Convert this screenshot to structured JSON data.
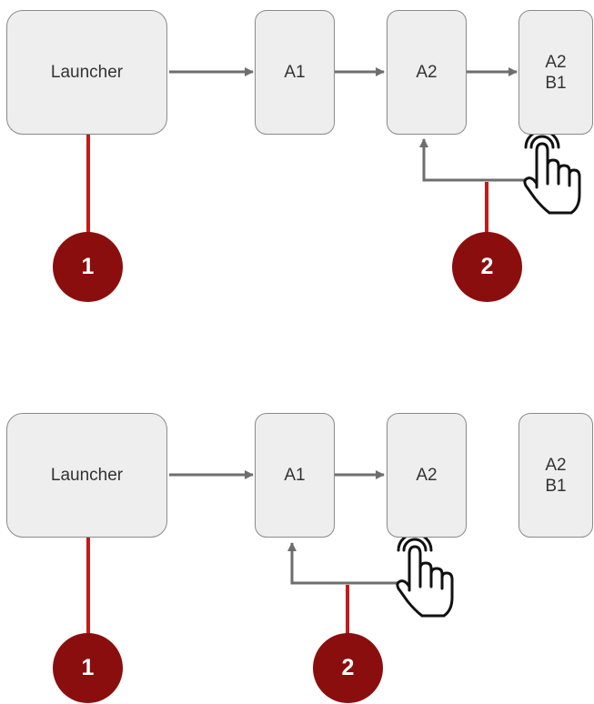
{
  "colors": {
    "box_fill": "#eeeeee",
    "box_border": "#8a8a8a",
    "arrow": "#6e6e6e",
    "marker_line": "#c41a1a",
    "badge": "#8b0e0e"
  },
  "top": {
    "launcher": "Launcher",
    "a1": "A1",
    "a2": "A2",
    "a2b1_line1": "A2",
    "a2b1_line2": "B1",
    "badge1": "1",
    "badge2": "2"
  },
  "bottom": {
    "launcher": "Launcher",
    "a1": "A1",
    "a2": "A2",
    "a2b1_line1": "A2",
    "a2b1_line2": "B1",
    "badge1": "1",
    "badge2": "2"
  },
  "icons": {
    "hand": "pointing-hand-icon"
  }
}
